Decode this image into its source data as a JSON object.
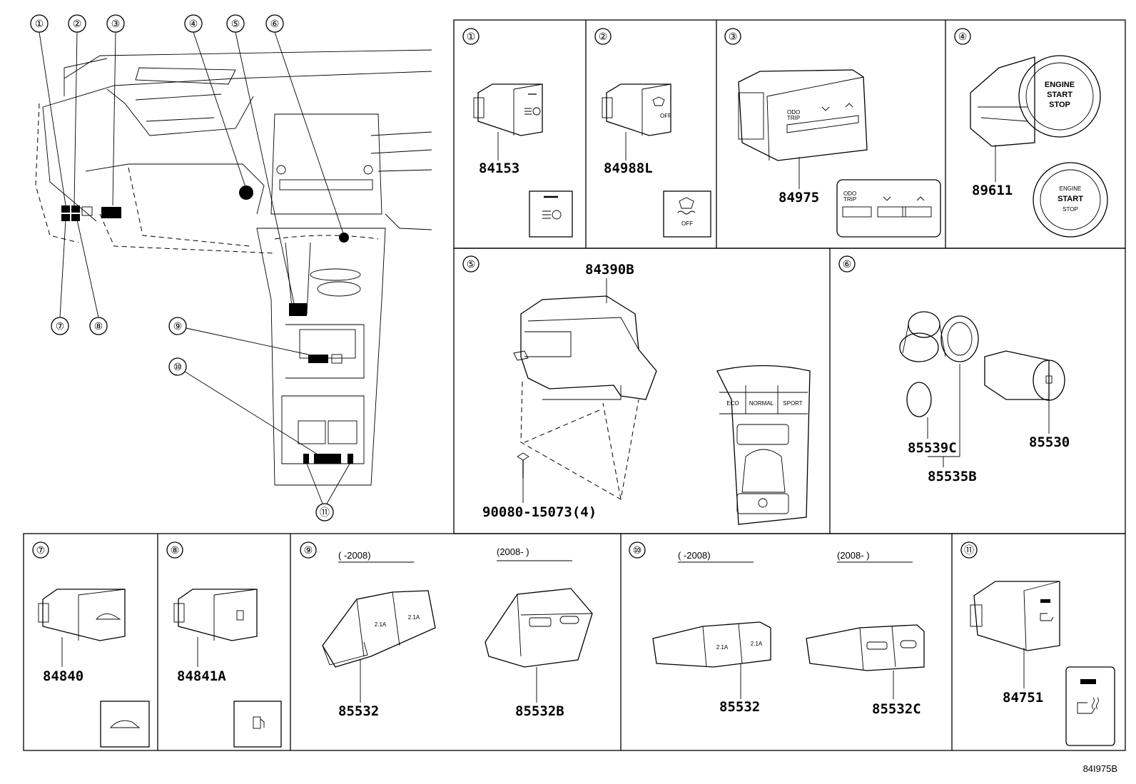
{
  "figure_code": "84I975B",
  "overview": {
    "callouts": [
      "①",
      "②",
      "③",
      "④",
      "⑤",
      "⑥",
      "⑦",
      "⑧",
      "⑨",
      "⑩",
      "⑪"
    ]
  },
  "panels": {
    "p1": {
      "num": "①",
      "part": "84153"
    },
    "p2": {
      "num": "②",
      "part": "84988L",
      "icon_text": "OFF"
    },
    "p3": {
      "num": "③",
      "part": "84975",
      "labels": [
        "ODO",
        "TRIP"
      ]
    },
    "p4": {
      "num": "④",
      "part": "89611",
      "button_text": [
        "ENGINE",
        "START",
        "STOP"
      ]
    },
    "p5": {
      "num": "⑤",
      "part_top": "84390B",
      "part_bolt": "90080-15073(4)",
      "mode_labels": [
        "ECO",
        "NORMAL",
        "SPORT"
      ]
    },
    "p6": {
      "num": "⑥",
      "part_a": "85539C",
      "part_b": "85535B",
      "part_c": "85530"
    },
    "p7": {
      "num": "⑦",
      "part": "84840"
    },
    "p8": {
      "num": "⑧",
      "part": "84841A"
    },
    "p9": {
      "num": "⑨",
      "year_a": "(      -2008)",
      "year_b": "(2008-      )",
      "part_a": "85532",
      "part_b": "85532B",
      "amp": "2.1A"
    },
    "p10": {
      "num": "⑩",
      "year_a": "(      -2008)",
      "year_b": "(2008-      )",
      "part_a": "85532",
      "part_b": "85532C",
      "amp": "2.1A"
    },
    "p11": {
      "num": "⑪",
      "part": "84751"
    }
  }
}
